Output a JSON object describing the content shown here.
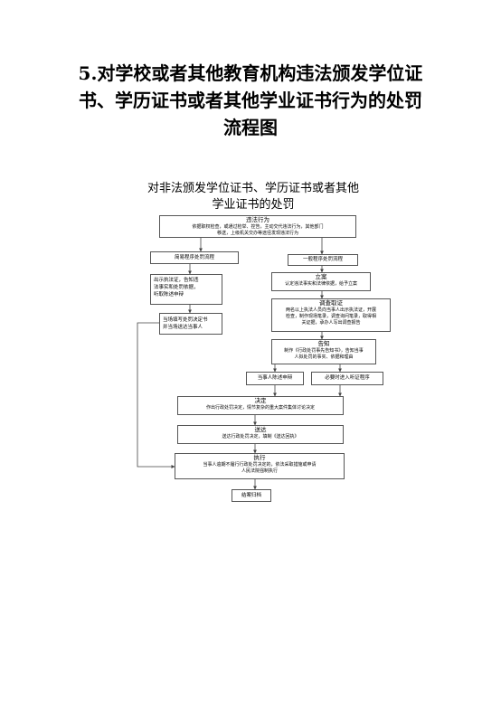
{
  "page": {
    "title_line1": "5.对学校或者其他教育机构违法颁发学位证",
    "title_line2": "书、学历证书或者其他学业证书行为的处罚",
    "title_line3": "流程图"
  },
  "chart": {
    "title_line1": "对非法颁发学位证书、学历证书或者其他",
    "title_line2": "学业证书的处罚"
  },
  "nodes": {
    "violation": {
      "title": "违法行为",
      "line1": "依据职权检查，或通过检举、控告，主动交代违法行为，其他部门",
      "line2": "移送，上级机关交办等途径发现违法行为"
    },
    "simple": "简易程序处罚流程",
    "general": "一般程序处罚流程",
    "show_id": {
      "line1": "出示执法证，告知违",
      "line2": "法事实和处罚依据，",
      "line3": "听取陈述申辩"
    },
    "on_site": {
      "line1": "当场填写处罚决定书",
      "line2": "并当场送达当事人"
    },
    "file_case": {
      "title": "立案",
      "body": "认定违法事实和法律依据，给予立案"
    },
    "investigate": {
      "title": "调查取证",
      "line1": "两名以上执法人员向当事人出示执法证，开展",
      "line2": "检查，制作现场笔录，调查询问笔录，取得相",
      "line3": "关证据，承办人写出调查报告"
    },
    "notify": {
      "title": "告知",
      "line1": "制作《行政处罚事先告知书》，告知当事",
      "line2": "人拟处罚的事实、依据和理由"
    },
    "statement": "当事人陈述申辩",
    "hearing": "必要时进入听证程序",
    "decision": {
      "title": "决定",
      "body": "作出行政处罚决定，情节复杂的重大案件集体讨论决定"
    },
    "deliver": {
      "title": "送达",
      "body": "送达行政处罚决定，填制《送达回执》"
    },
    "execute": {
      "title": "执行",
      "line1": "当事人逾期不履行行政处罚决定的，依法采取措施或申请",
      "line2": "人民法院强制执行"
    },
    "close": "结案归档"
  }
}
